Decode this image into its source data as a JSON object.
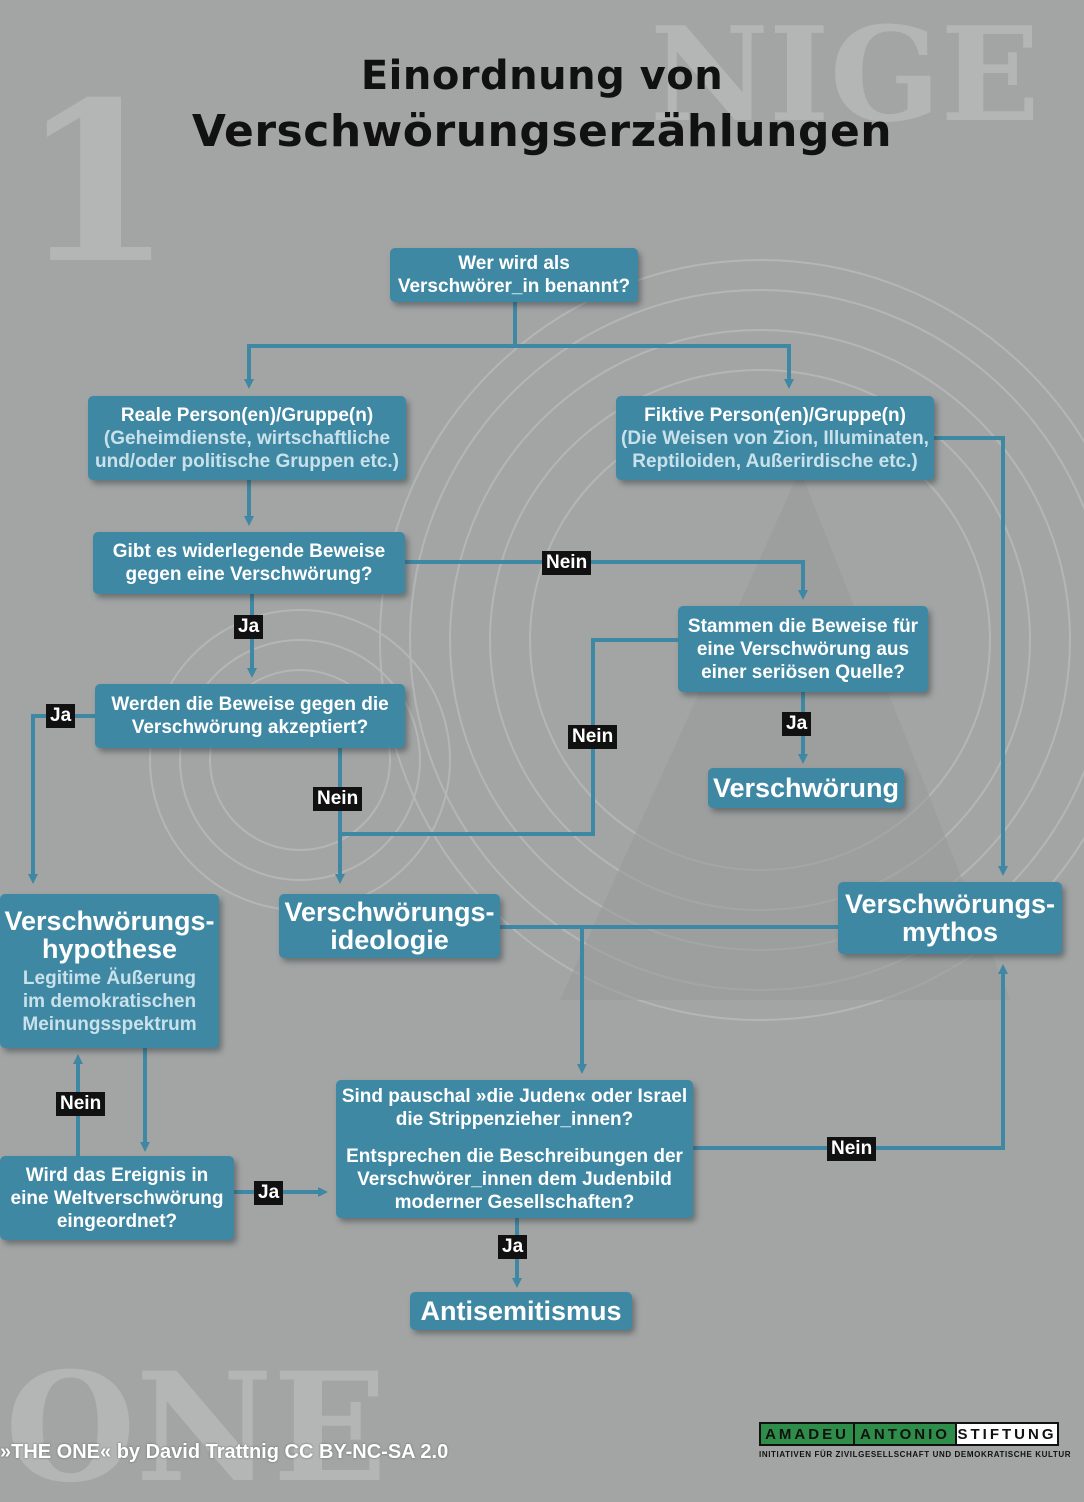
{
  "title": {
    "line1": "Einordnung von",
    "line2": "Verschwörungserzählungen"
  },
  "colors": {
    "node_fill": "#3f88a3",
    "edge": "#3f88a3",
    "label_bg": "#111111",
    "background": "#9fa1a1",
    "logo_green": "#2f8d4a"
  },
  "nodes": {
    "start": {
      "text": "Wer wird als\nVerschwörer_in benannt?"
    },
    "real": {
      "text": "Reale Person(en)/Gruppe(n)",
      "sub": "(Geheimdienste, wirtschaftliche\nund/oder politische Gruppen etc.)"
    },
    "fictive": {
      "text": "Fiktive Person(en)/Gruppe(n)",
      "sub": "(Die Weisen von Zion, Illuminaten,\nReptiloiden, Außerirdische etc.)"
    },
    "refuting": {
      "text": "Gibt es widerlegende Beweise\ngegen eine Verschwörung?"
    },
    "serious": {
      "text": "Stammen die Beweise für\neine Verschwörung aus\neiner seriösen Quelle?"
    },
    "accepted": {
      "text": "Werden die Beweise gegen die\nVerschwörung akzeptiert?"
    },
    "conspiracy": {
      "text": "Verschwörung"
    },
    "hypothesis": {
      "text": "Verschwörungs-\nhypothese",
      "sub": "Legitime Äußerung\nim demokratischen\nMeinungsspektrum"
    },
    "ideology": {
      "text": "Verschwörungs-\nideologie"
    },
    "myth": {
      "text": "Verschwörungs-\nmythos"
    },
    "worldplot": {
      "text": "Wird das Ereignis in\neine Weltverschwörung\neingeordnet?"
    },
    "jews": {
      "text": "Sind pauschal »die Juden« oder Israel\ndie Strippenzieher_innen?",
      "text2": "Entsprechen die Beschreibungen der\nVerschwörer_innen  dem Judenbild\nmoderner Gesellschaften?"
    },
    "antisemitism": {
      "text": "Antisemitismus"
    }
  },
  "edge_labels": {
    "refuting_nein": "Nein",
    "refuting_ja": "Ja",
    "accepted_ja": "Ja",
    "accepted_nein": "Nein",
    "serious_nein": "Nein",
    "serious_ja": "Ja",
    "worldplot_nein": "Nein",
    "worldplot_ja": "Ja",
    "jews_nein": "Nein",
    "jews_ja": "Ja"
  },
  "credit": "»THE ONE« by David Trattnig CC BY-NC-SA 2.0",
  "logo": {
    "word1": "AMADEU",
    "word2": "ANTONIO",
    "word3": "STIFTUNG",
    "tagline": "INITIATIVEN FÜR ZIVILGESELLSCHAFT UND DEMOKRATISCHE KULTUR"
  }
}
